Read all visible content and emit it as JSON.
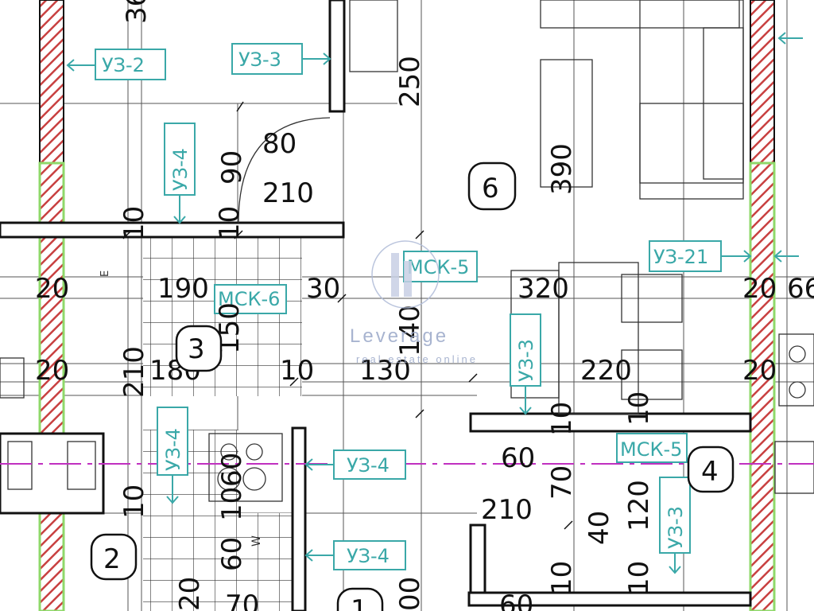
{
  "dimensions": {
    "d_360": "36",
    "d_250": "250",
    "d_80": "80",
    "d_90": "90",
    "d_210_top": "210",
    "d_390": "390",
    "d_10_a": "10",
    "d_10_b": "10",
    "d_20_l1": "20",
    "d_190": "190",
    "d_30": "30",
    "d_150": "150",
    "d_320": "320",
    "d_140": "140",
    "d_20_r1": "20",
    "d_66": "66",
    "d_210_l": "210",
    "d_20_l2": "20",
    "d_180": "180",
    "d_10_c": "10",
    "d_130": "130",
    "d_220": "220",
    "d_20_r2": "20",
    "d_10_d": "10",
    "d_10_e": "10",
    "d_60_a": "60",
    "d_60_b": "60",
    "d_70": "70",
    "d_120": "120",
    "d_10_f": "10",
    "d_10_g": "10",
    "d_210_c": "210",
    "d_40": "40",
    "d_60_c": "60",
    "d_10_h": "10",
    "d_10_i": "10",
    "d_00": "00",
    "d_60_d": "60",
    "d_70_b": "70",
    "d_20_b": "20"
  },
  "tags": {
    "uz3_2": "УЗ-2",
    "uz3_3_top": "УЗ-3",
    "uz3_4_v1": "УЗ-4",
    "msk5_center": "МСК-5",
    "msk6": "МСК-6",
    "uz3_21": "УЗ-21",
    "uz3_3_v": "УЗ-3",
    "uz3_4_v2": "УЗ-4",
    "uz3_4_h1": "УЗ-4",
    "msk5_right": "МСК-5",
    "uz3_3_v2": "УЗ-3",
    "uz3_4_h2": "УЗ-4"
  },
  "rooms": {
    "r6": "6",
    "r3": "3",
    "r4": "4",
    "r2": "2",
    "r1": "1"
  },
  "marks": {
    "e_mark": "Е",
    "w_mark": "W"
  },
  "watermark": {
    "brand": "Leverage",
    "sub": "real estate online"
  },
  "colors": {
    "tag": "#3aa8a8",
    "hatch": "#c84040",
    "green": "#8fd86a",
    "magenta": "#c030c0",
    "wall": "#111111"
  }
}
